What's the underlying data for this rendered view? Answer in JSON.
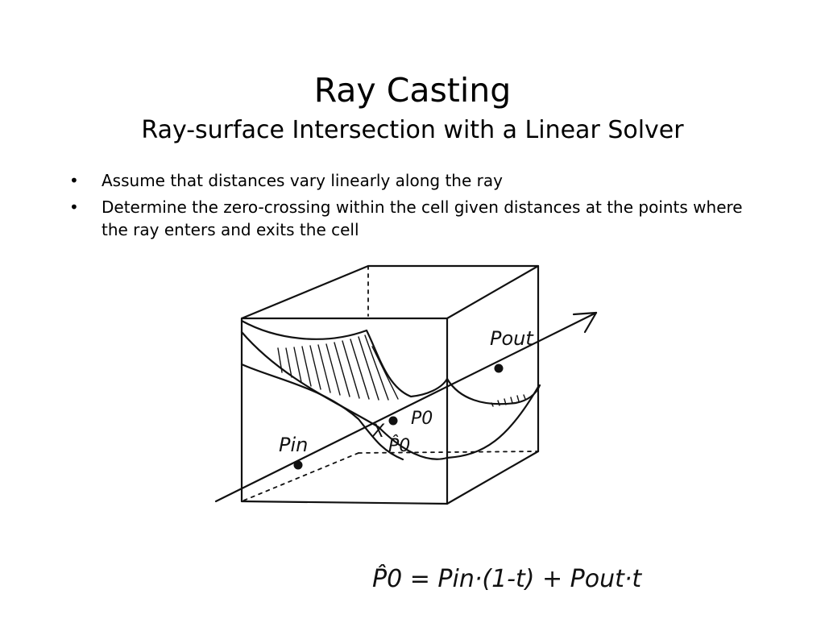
{
  "slide": {
    "title": "Ray Casting",
    "subtitle": "Ray-surface Intersection with a Linear Solver",
    "bullets": [
      {
        "marker": "•",
        "text": "Assume that distances vary linearly along the ray"
      },
      {
        "marker": "•",
        "text": "Determine the zero-crossing within the cell given distances at the points where the ray enters and exits the cell"
      }
    ]
  },
  "figure": {
    "labels": {
      "p_out": "Pout",
      "p_in": "Pin",
      "p0": "P0",
      "p0_hat": "P̂0",
      "x_mark": "X"
    },
    "equation": "P̂0 = Pin·(1-t) + Pout·t"
  }
}
